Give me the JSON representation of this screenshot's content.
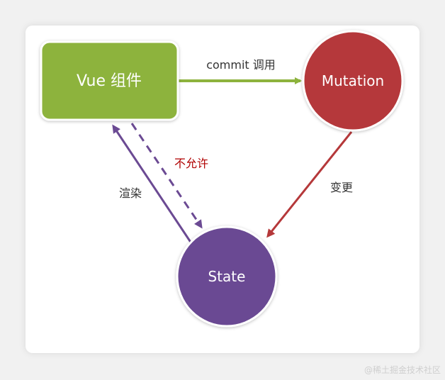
{
  "nodes": {
    "vue_component": {
      "label": "Vue 组件"
    },
    "mutation": {
      "label": "Mutation"
    },
    "state": {
      "label": "State"
    }
  },
  "edges": {
    "commit": {
      "label": "commit 调用"
    },
    "change": {
      "label": "变更"
    },
    "render": {
      "label": "渲染"
    },
    "not_allowed": {
      "label": "不允许"
    }
  },
  "colors": {
    "vue_fill": "#8db33d",
    "mutation_fill": "#b5383a",
    "state_fill": "#6b4a93",
    "commit_arrow": "#8db33d",
    "change_arrow": "#b5383a",
    "render_arrow": "#6b4a93",
    "not_allowed_text": "#b00000"
  },
  "watermark": "@稀土掘金技术社区"
}
